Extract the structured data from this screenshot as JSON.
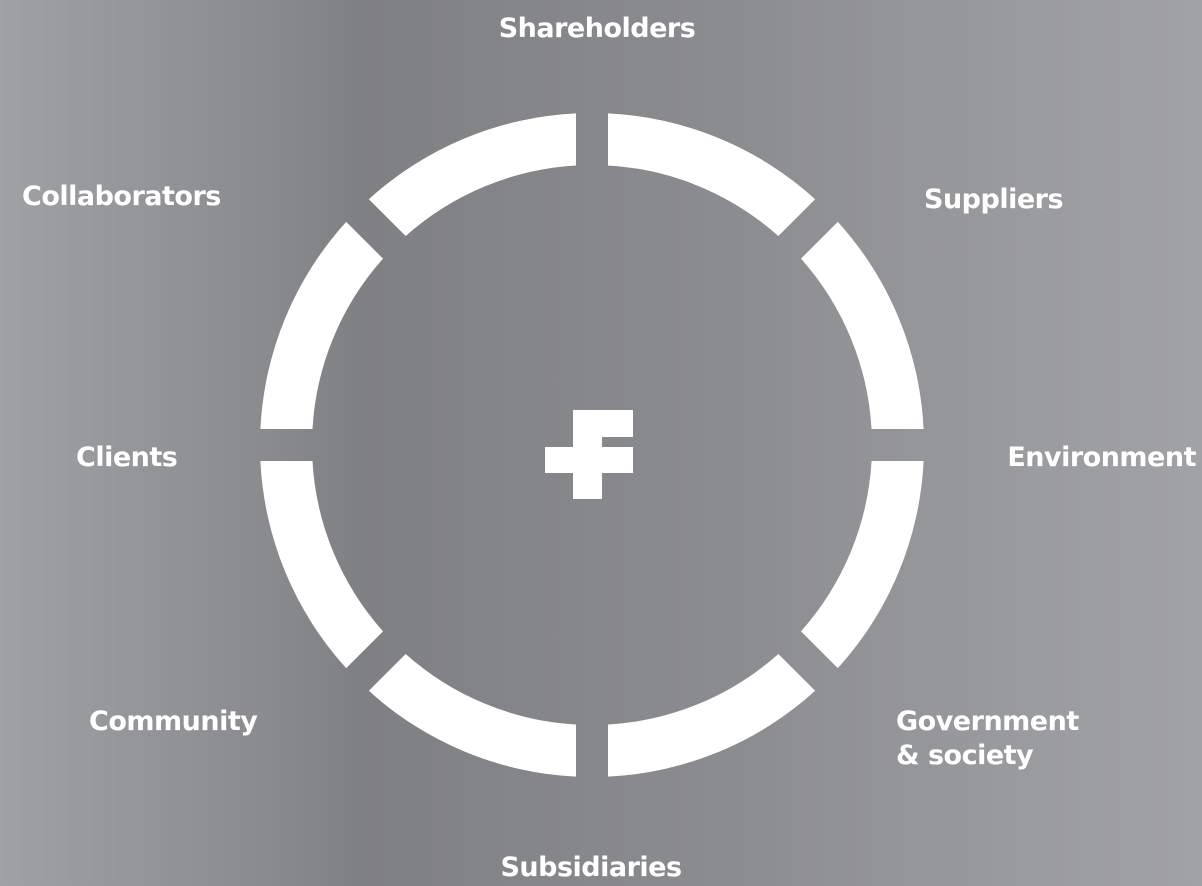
{
  "diagram": {
    "labels": {
      "shareholders": "Shareholders",
      "suppliers": "Suppliers",
      "environment": "Environment",
      "government_line1": "Government",
      "government_line2": "& society",
      "subsidiaries": "Subsidiaries",
      "community": "Community",
      "clients": "Clients",
      "collaborators": "Collaborators"
    },
    "segment_count": 8,
    "colors": {
      "ring": "#ffffff",
      "logo": "#ffffff",
      "text": "#ffffff"
    },
    "center_icon": "f-logo-icon"
  }
}
